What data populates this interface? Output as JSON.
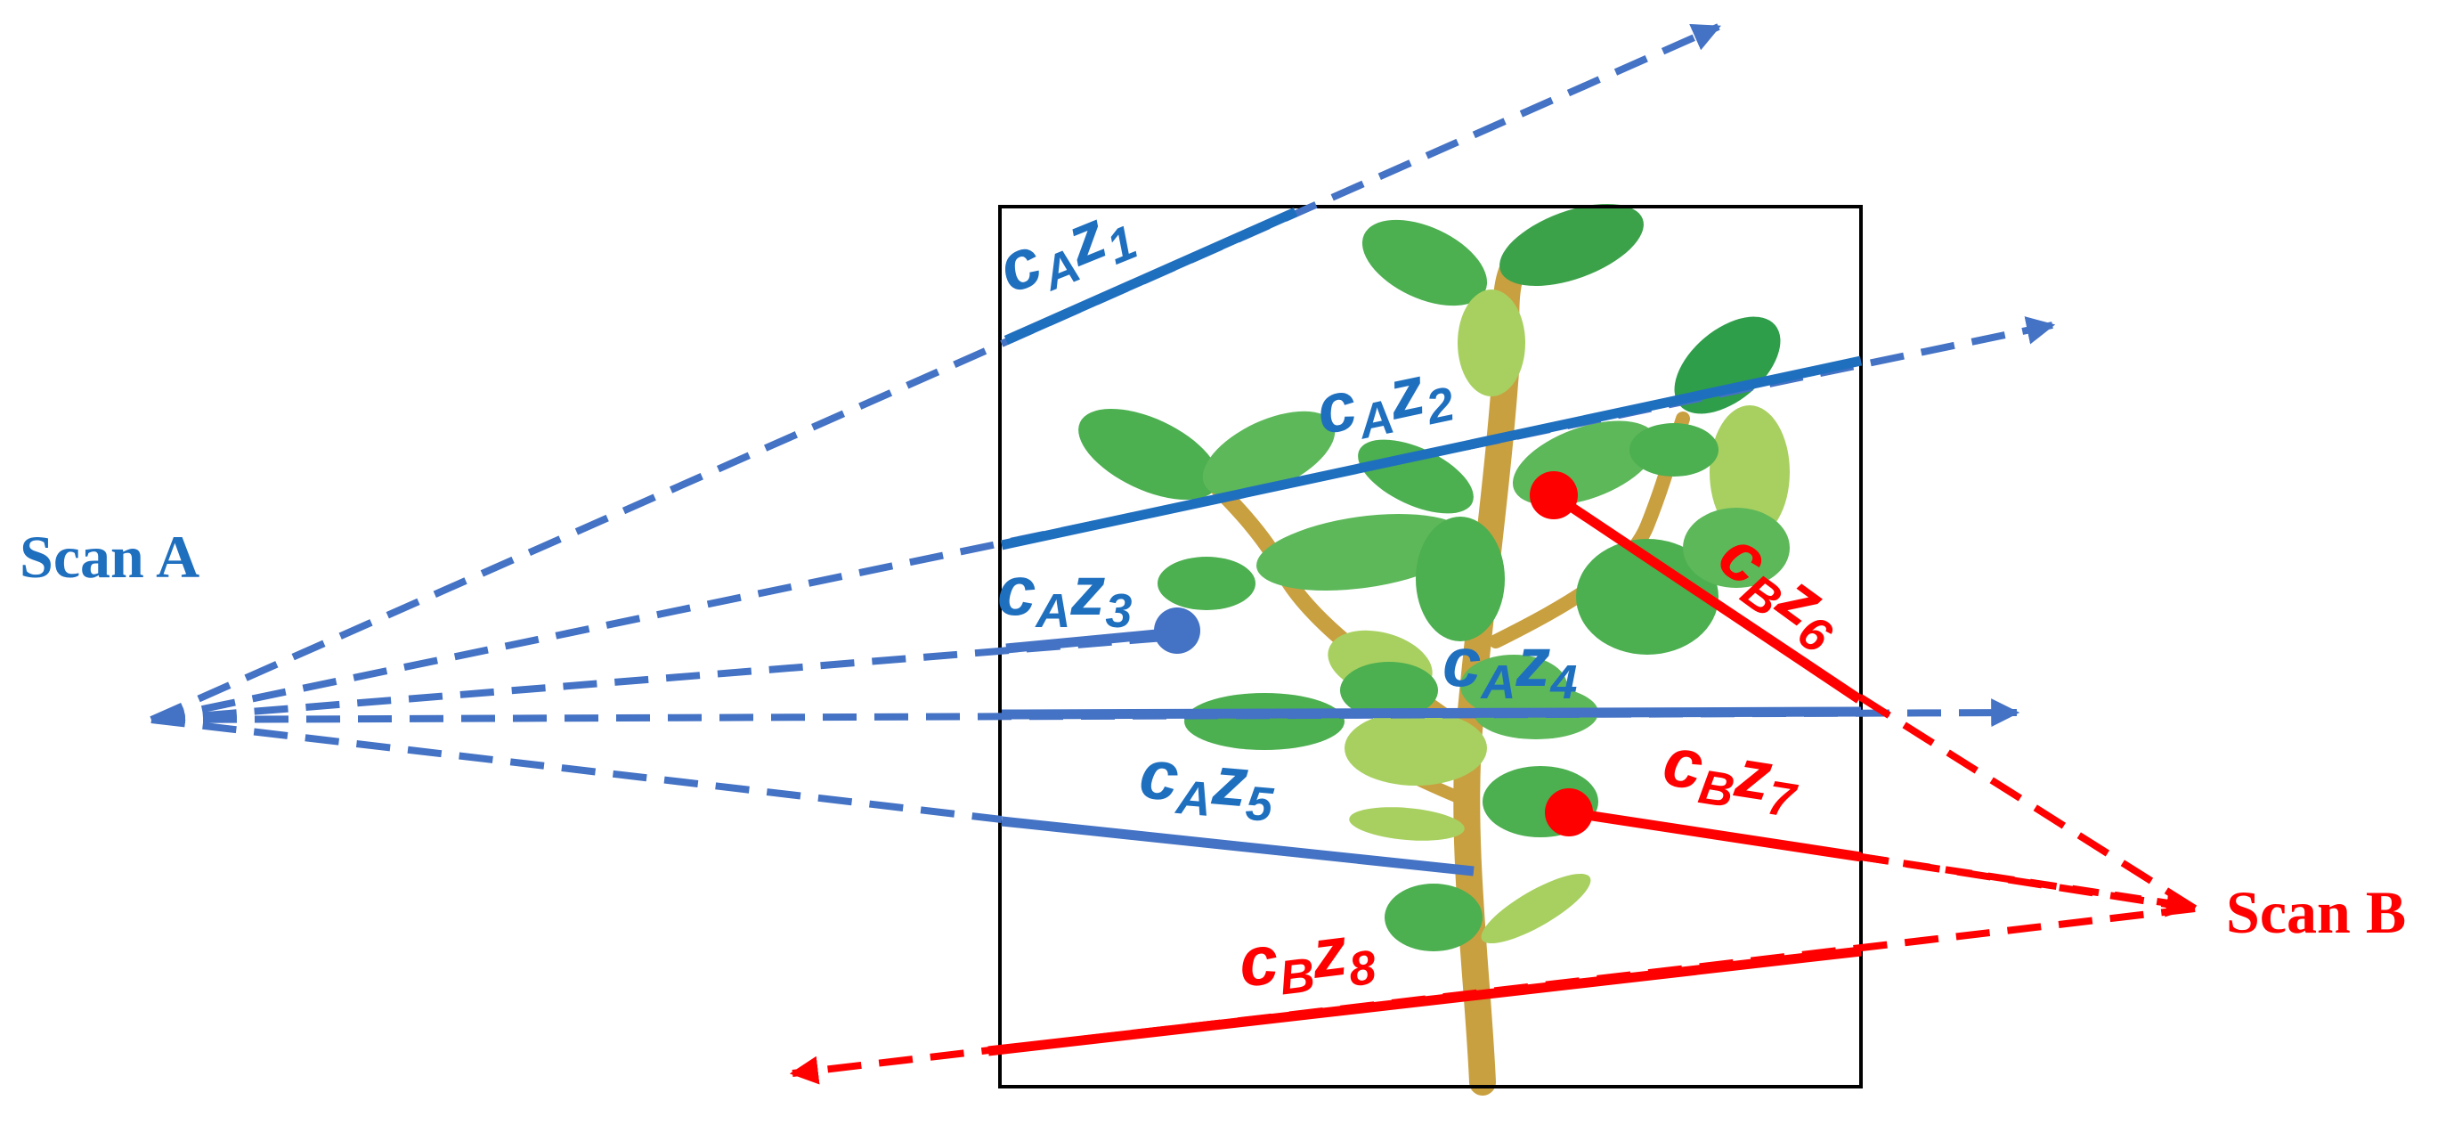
{
  "scans": {
    "a": {
      "label": "Scan A",
      "color": "#4472C4",
      "text_color": "#1F6FBF"
    },
    "b": {
      "label": "Scan B",
      "color": "#FF0000"
    }
  },
  "rays": [
    {
      "scan": "A",
      "sub": "A",
      "idx": "1"
    },
    {
      "scan": "A",
      "sub": "A",
      "idx": "2"
    },
    {
      "scan": "A",
      "sub": "A",
      "idx": "3"
    },
    {
      "scan": "A",
      "sub": "A",
      "idx": "4"
    },
    {
      "scan": "A",
      "sub": "A",
      "idx": "5"
    },
    {
      "scan": "B",
      "sub": "B",
      "idx": "6"
    },
    {
      "scan": "B",
      "sub": "B",
      "idx": "7"
    },
    {
      "scan": "B",
      "sub": "B",
      "idx": "8"
    }
  ],
  "colors": {
    "scan_a_solid": "#1F6FBF",
    "scan_a_dash": "#4472C4",
    "scan_b": "#FF0000",
    "box": "#000000",
    "stem": "#C9A040",
    "leaf_dark": "#3CA24A",
    "leaf_mid": "#5DB85A",
    "leaf_light": "#A8D060"
  }
}
